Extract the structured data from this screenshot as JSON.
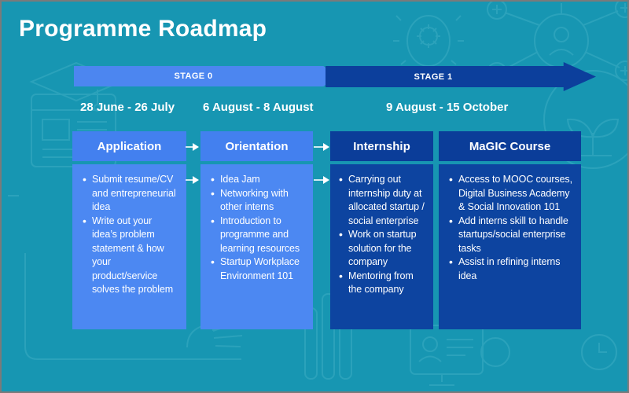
{
  "title": "Programme Roadmap",
  "timeline": {
    "stages": [
      {
        "label": "STAGE 0"
      },
      {
        "label": "STAGE 1"
      }
    ],
    "dates": [
      {
        "label": "28 June - 26 July"
      },
      {
        "label": "6 August - 8 August"
      },
      {
        "label": "9 August - 15 October"
      }
    ]
  },
  "columns": [
    {
      "title": "Application",
      "theme": "light",
      "bullets": [
        "Submit resume/CV and entrepreneurial idea",
        "Write out your idea’s problem statement & how your product/service solves the problem"
      ]
    },
    {
      "title": "Orientation",
      "theme": "light",
      "bullets": [
        "Idea Jam",
        "Networking with other interns",
        "Introduction to programme and learning resources",
        "Startup Workplace Environment 101"
      ]
    },
    {
      "title": "Internship",
      "theme": "dark",
      "bullets": [
        "Carrying out internship duty at allocated startup / social enterprise",
        "Work on startup solution for the company",
        "Mentoring from the company"
      ]
    },
    {
      "title": "MaGIC Course",
      "theme": "dark",
      "bullets": [
        "Access to MOOC courses, Digital Business Academy & Social Innovation 101",
        "Add interns skill to handle startups/social enterprise tasks",
        "Assist in refining interns idea"
      ]
    }
  ],
  "colors": {
    "background": "#1796B2",
    "stage0": "#4C86F0",
    "stage1": "#0C3F9C",
    "light_header": "#4380EF",
    "light_body": "#4C88F2",
    "dark_header": "#0B3D99",
    "dark_body": "#0D44A0",
    "doodle": "#3FAEC4",
    "frame": "#7A7A7A"
  }
}
